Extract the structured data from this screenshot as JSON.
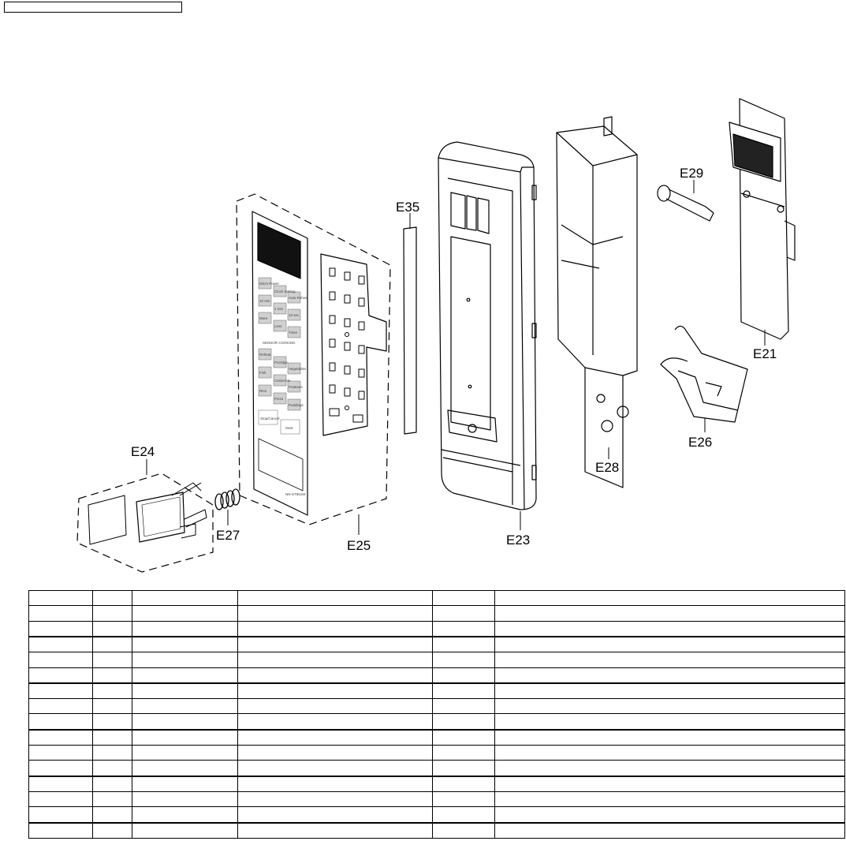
{
  "header": {
    "title": ""
  },
  "callouts": {
    "e21": "E21",
    "e23": "E23",
    "e24": "E24",
    "e25": "E25",
    "e26": "E26",
    "e27": "E27",
    "e28": "E28",
    "e29": "E29",
    "e35": "E35"
  },
  "keypad": {
    "keys": [
      "Micro Power",
      "Clock Setting",
      "Auto Reheat",
      "10 min",
      "1 min",
      "10 sec",
      "More",
      "Less",
      "Timer",
      "Reheat",
      "Porridge",
      "Vegetables",
      "Fish",
      "Casserole",
      "Potatoes",
      "Rice",
      "Pizza",
      "Puddings"
    ],
    "section": "SENSOR COOKING",
    "stop": "Stop/Cancel",
    "start": "Start",
    "model": "NN-ST651W"
  },
  "parts_table": {
    "rows": 16,
    "columns": 6
  }
}
